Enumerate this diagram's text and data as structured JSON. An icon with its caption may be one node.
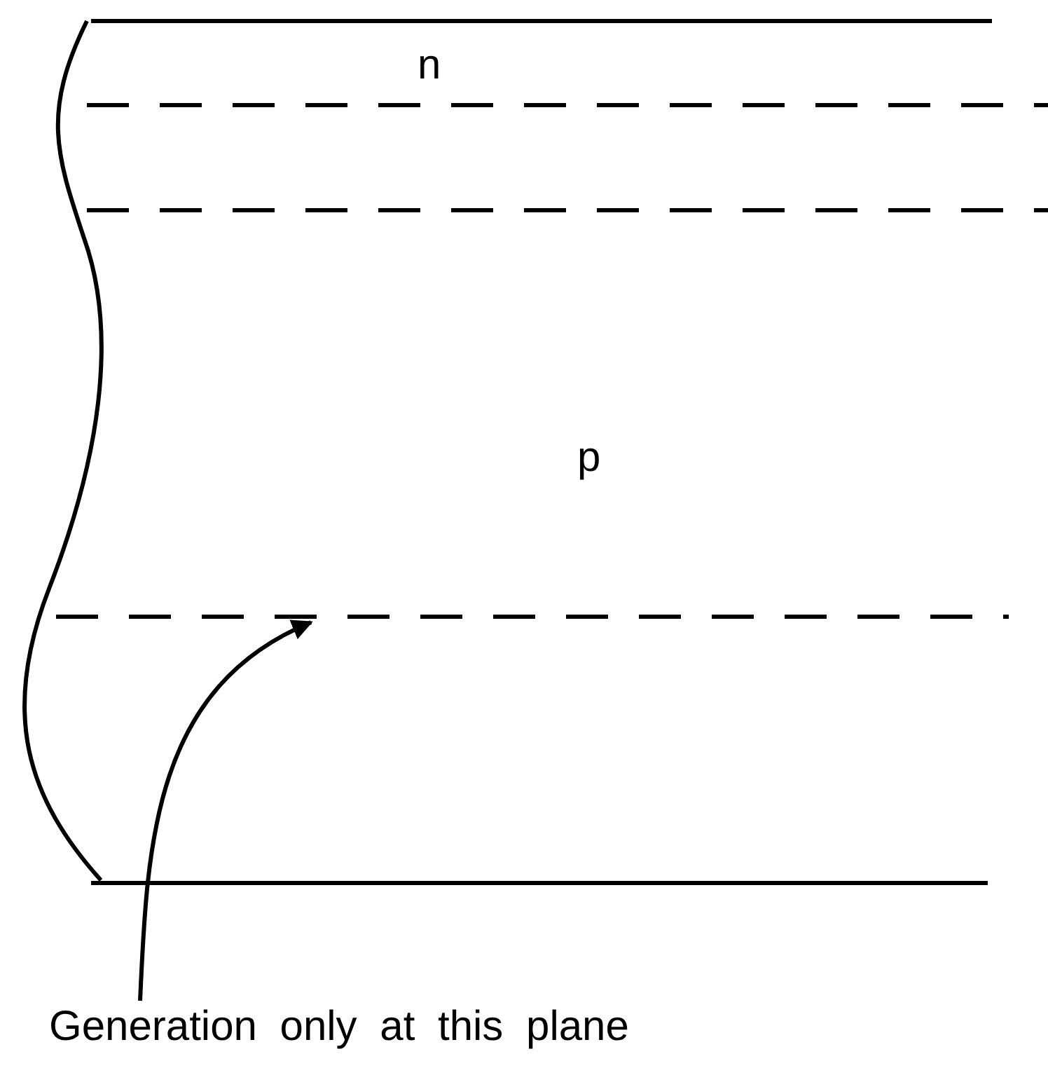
{
  "diagram": {
    "nodes": [
      {
        "text": [
          "Generation only at this plane"
        ]
      },
      {
        "text": [],
        "shape": "line"
      }
    ],
    "edges": [
      {
        "from": 0,
        "to": 1,
        "arrow": "to"
      }
    ],
    "labels": [
      "n",
      "p"
    ]
  }
}
